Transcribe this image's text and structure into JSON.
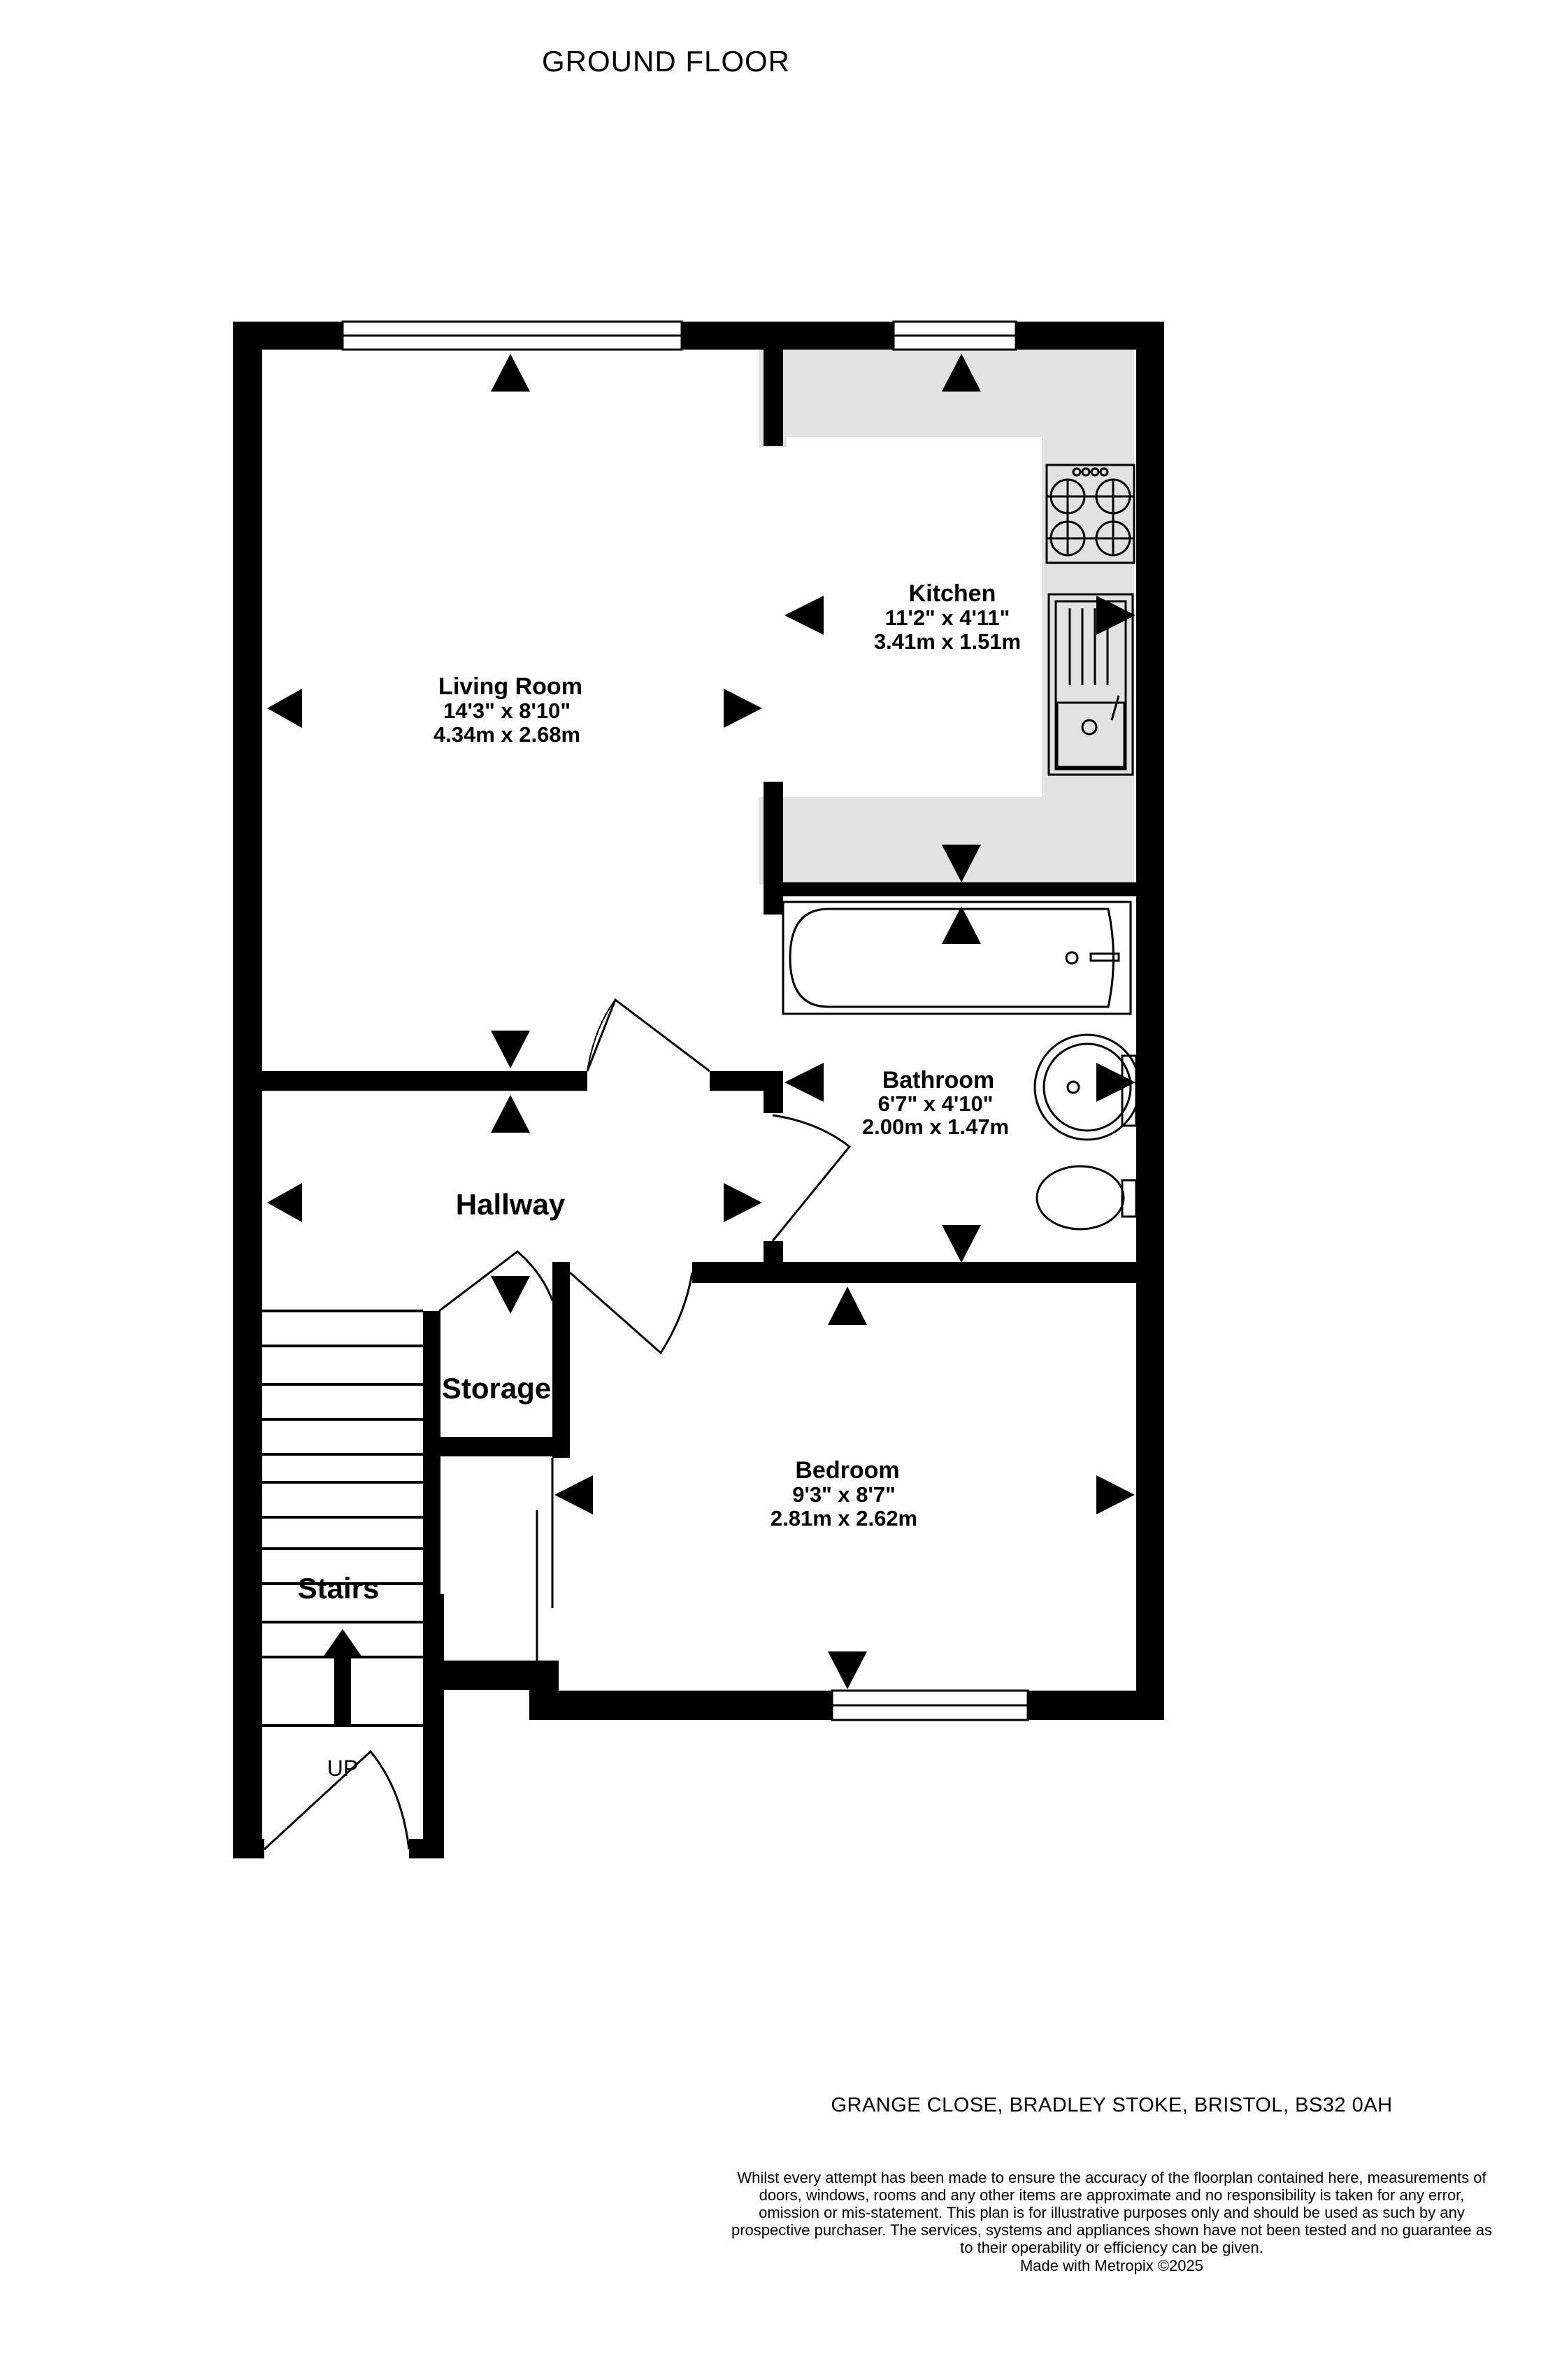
{
  "title": "GROUND FLOOR",
  "rooms": {
    "living": {
      "name": "Living Room",
      "imperial": "14'3\"  x 8'10\"",
      "metric": "4.34m  x 2.68m"
    },
    "kitchen": {
      "name": "Kitchen",
      "imperial": "11'2\"  x 4'11\"",
      "metric": "3.41m  x 1.51m"
    },
    "bathroom": {
      "name": "Bathroom",
      "imperial": "6'7\"  x 4'10\"",
      "metric": "2.00m  x 1.47m"
    },
    "hallway": {
      "name": "Hallway"
    },
    "storage": {
      "name": "Storage"
    },
    "bedroom": {
      "name": "Bedroom",
      "imperial": "9'3\"  x 8'7\"",
      "metric": "2.81m  x 2.62m"
    },
    "stairs": {
      "name": "Stairs",
      "direction": "UP"
    }
  },
  "address": "GRANGE CLOSE, BRADLEY STOKE, BRISTOL, BS32 0AH",
  "disclaimer": "Whilst every attempt has been made to ensure the accuracy of the floorplan contained here, measurements of doors, windows, rooms and any other items are approximate and no responsibility is taken for any error, omission or mis-statement. This plan is for illustrative purposes only and should be used as such by any prospective purchaser. The services, systems and appliances shown have not been tested and no guarantee as to their operability or efficiency can be given.",
  "credit": "Made with Metropix ©2025",
  "colors": {
    "wall": "#000000",
    "kitchen_shade": "#e3e3e3",
    "window": "#ffffff"
  }
}
